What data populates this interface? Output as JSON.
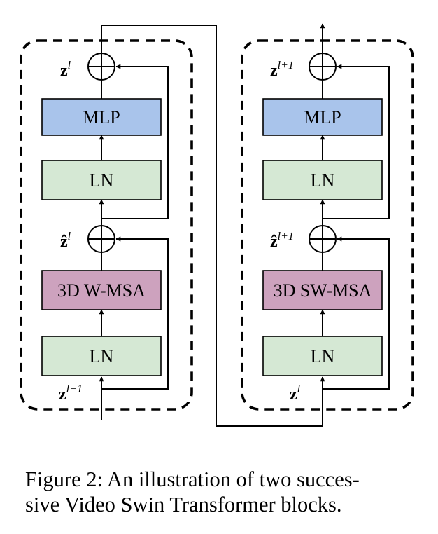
{
  "diagram": {
    "left_block": {
      "mlp_label": "MLP",
      "ln_top_label": "LN",
      "msa_label": "3D W-MSA",
      "ln_bottom_label": "LN",
      "z_out_base": "z",
      "z_out_sup": "l",
      "z_hat_base": "ẑ",
      "z_hat_sup": "l",
      "z_in_base": "z",
      "z_in_sup": "l−1"
    },
    "right_block": {
      "mlp_label": "MLP",
      "ln_top_label": "LN",
      "msa_label": "3D SW-MSA",
      "ln_bottom_label": "LN",
      "z_out_base": "z",
      "z_out_sup": "l+1",
      "z_hat_base": "ẑ",
      "z_hat_sup": "l+1",
      "z_in_base": "z",
      "z_in_sup": "l"
    },
    "colors": {
      "mlp": "#a9c4eb",
      "ln": "#d5e8d4",
      "msa": "#cda2be",
      "line": "#000000"
    }
  },
  "caption": {
    "line1": "Figure 2: An illustration of two succes-",
    "line2": "sive Video Swin Transformer blocks."
  }
}
